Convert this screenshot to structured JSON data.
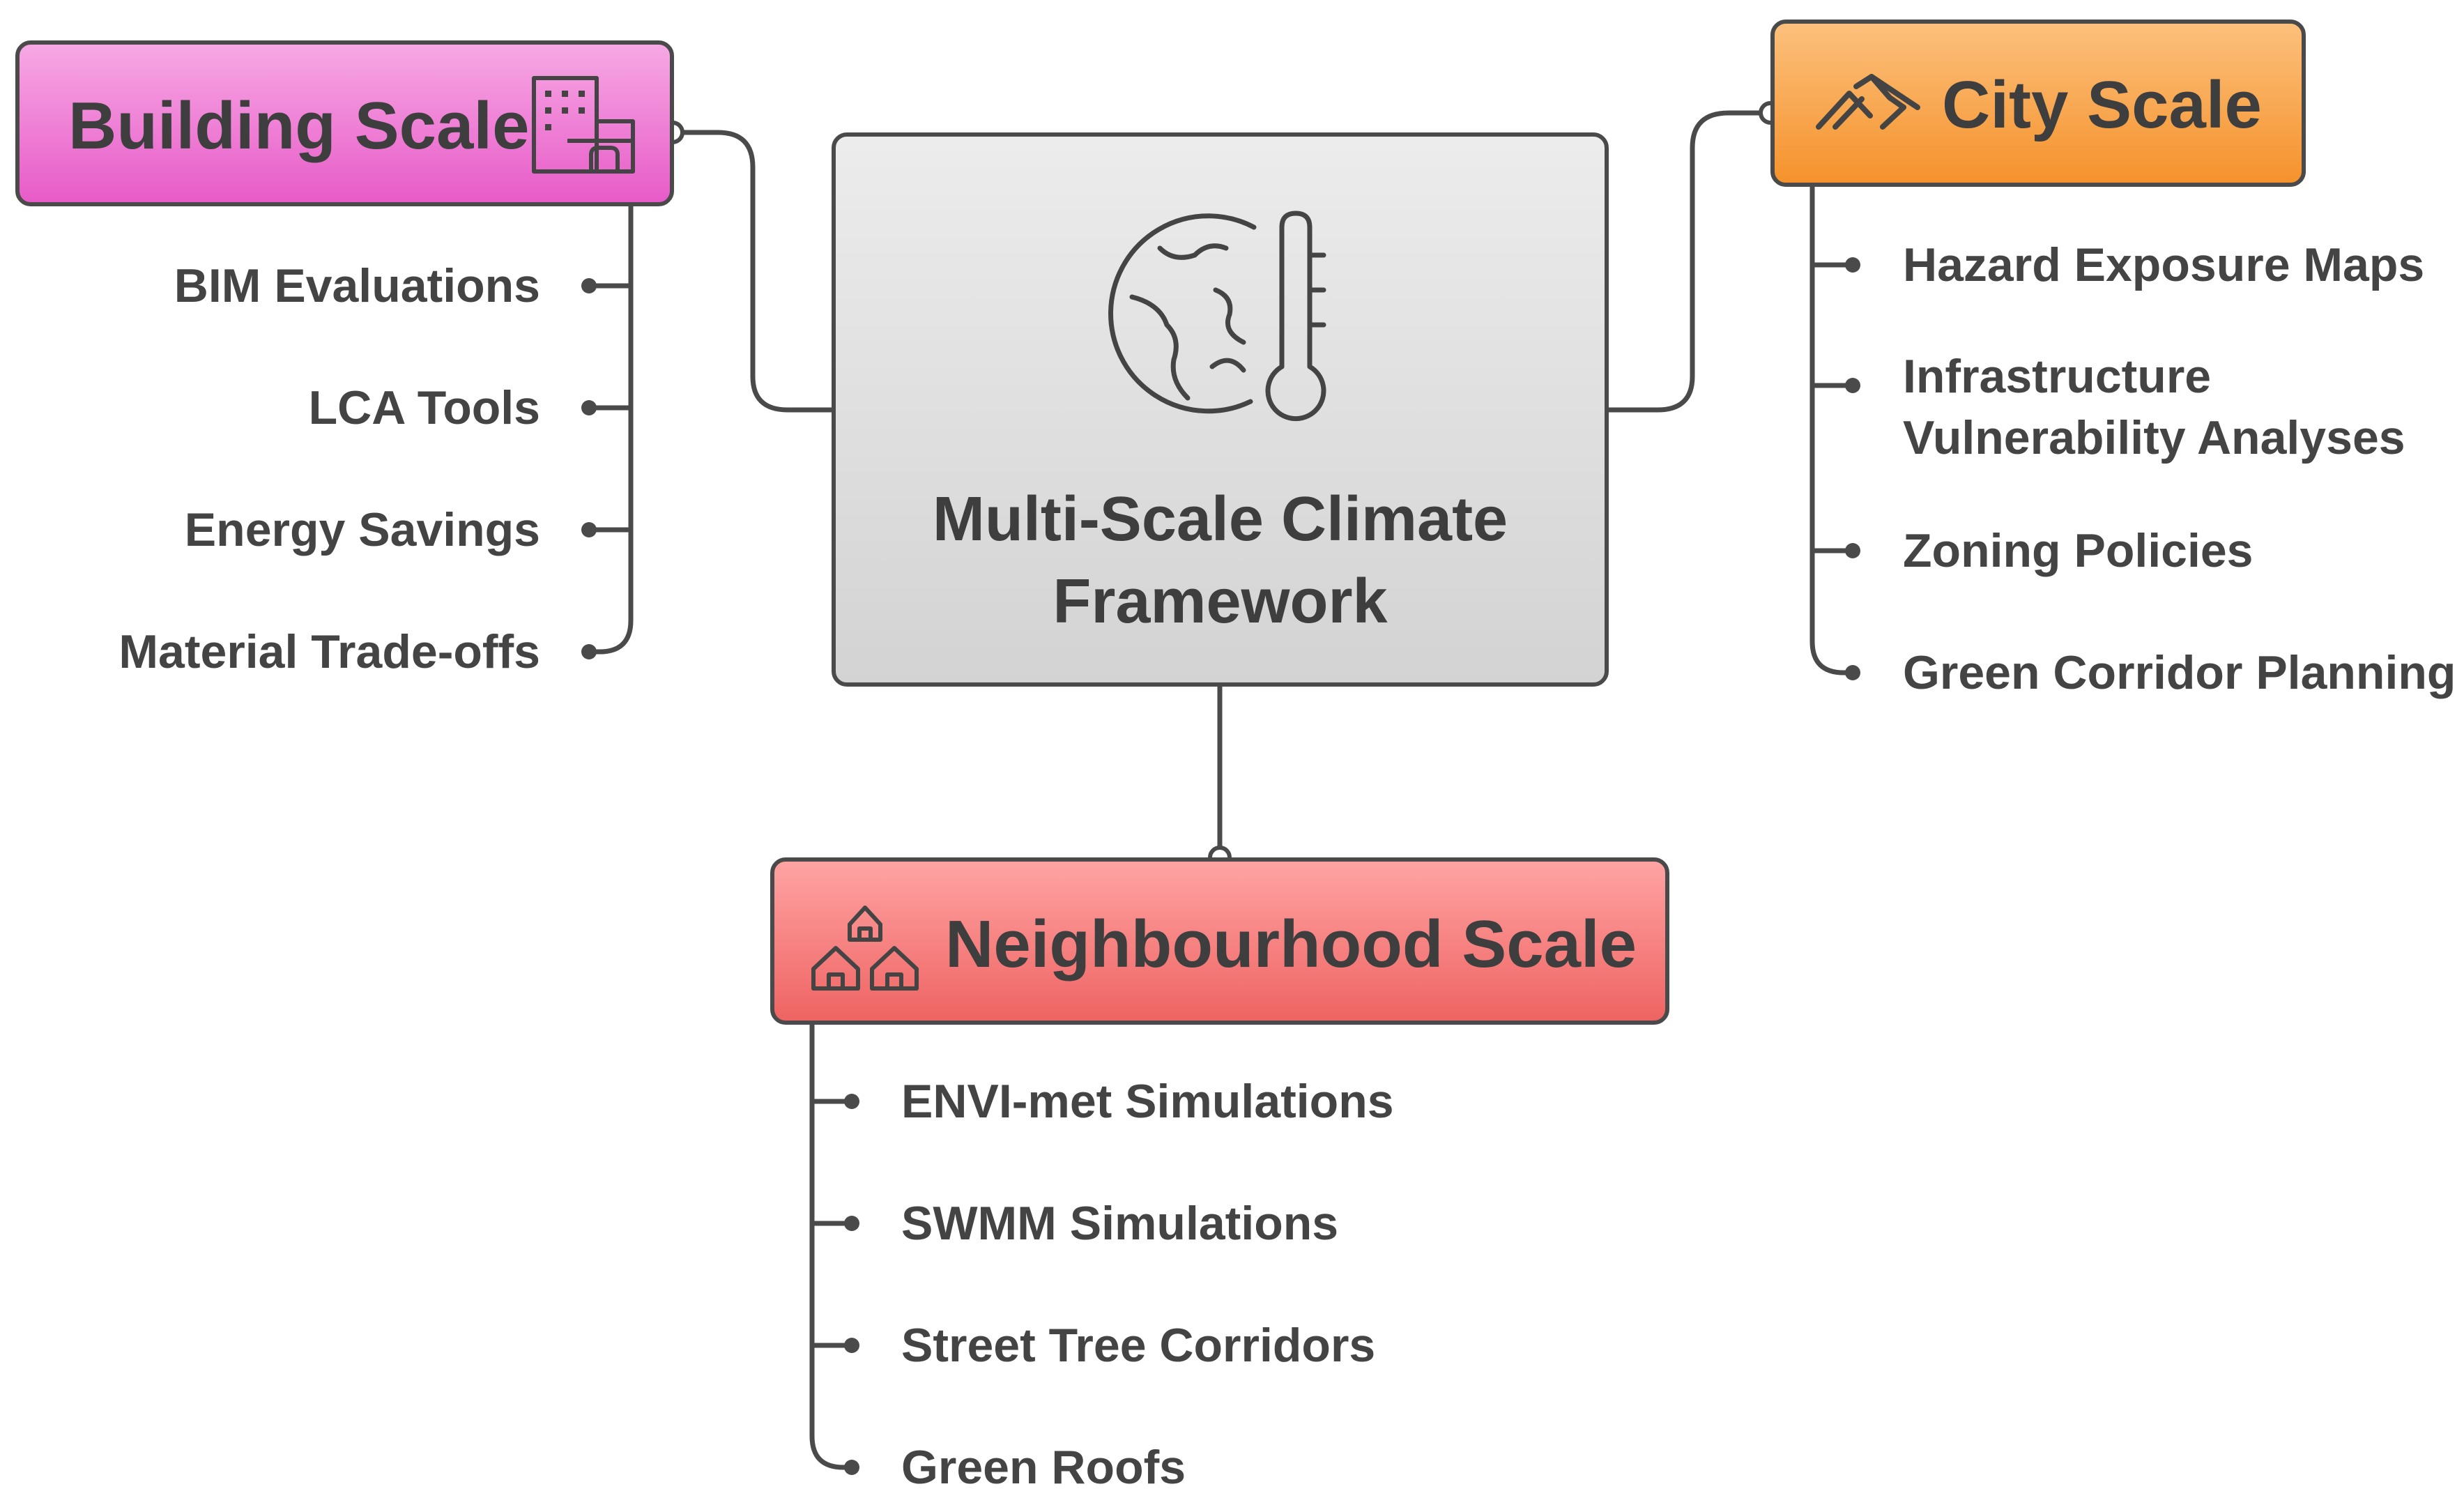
{
  "center": {
    "title_line1": "Multi-Scale Climate",
    "title_line2": "Framework",
    "icon": "globe-thermometer-icon"
  },
  "building": {
    "title": "Building Scale",
    "icon": "building-icon",
    "color": "#e75bc8",
    "items": [
      "BIM Evaluations",
      "LCA Tools",
      "Energy Savings",
      "Material Trade-offs"
    ]
  },
  "city": {
    "title": "City Scale",
    "icon": "city-roofs-icon",
    "color": "#f5922c",
    "items": [
      "Hazard Exposure Maps",
      "Infrastructure",
      "Vulnerability Analyses",
      "Zoning Policies",
      "Green Corridor Planning"
    ]
  },
  "neighbourhood": {
    "title": "Neighbourhood Scale",
    "icon": "houses-icon",
    "color": "#ee6462",
    "items": [
      "ENVI-met Simulations",
      "SWMM Simulations",
      "Street Tree Corridors",
      "Green Roofs"
    ]
  }
}
